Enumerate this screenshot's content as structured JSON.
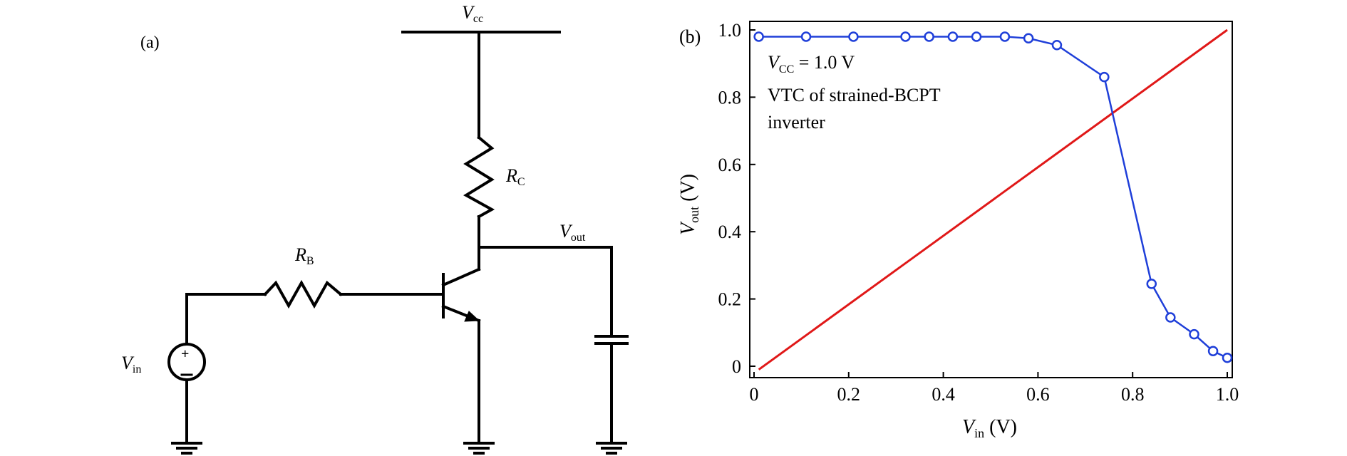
{
  "panel_a": {
    "label": "(a)",
    "vcc": {
      "main": "V",
      "sub": "cc"
    },
    "rc": {
      "main": "R",
      "sub": "C"
    },
    "rb": {
      "main": "R",
      "sub": "B"
    },
    "vout": {
      "main": "V",
      "sub": "out"
    },
    "vin": {
      "main": "V",
      "sub": "in"
    },
    "source_plus": "+"
  },
  "panel_b": {
    "label": "(b)",
    "annotation_vcc": {
      "main": "V",
      "sub": "CC",
      "rest": " = 1.0 V"
    },
    "annotation_line1": "VTC of strained-BCPT",
    "annotation_line2": "inverter",
    "xlabel": {
      "main": "V",
      "sub": "in",
      "rest": " (V)"
    },
    "ylabel": {
      "main": "V",
      "sub": "out",
      "rest": "  (V)"
    }
  },
  "colors": {
    "vtc_series": "#1f3fd9",
    "reference_line": "#e01818",
    "wire": "#000000"
  },
  "chart_data": {
    "type": "line",
    "xlim": [
      0,
      1.0
    ],
    "ylim": [
      0,
      1.0
    ],
    "xticks": [
      0,
      0.2,
      0.4,
      0.6,
      0.8,
      1.0
    ],
    "yticks": [
      0,
      0.2,
      0.4,
      0.6,
      0.8,
      1.0
    ],
    "xtick_labels": [
      "0",
      "0.2",
      "0.4",
      "0.6",
      "0.8",
      "1.0"
    ],
    "ytick_labels": [
      "0",
      "0.2",
      "0.4",
      "0.6",
      "0.8",
      "1.0"
    ],
    "grid": false,
    "series": [
      {
        "marker": "open-circle",
        "color": "#1f3fd9",
        "x": [
          0.01,
          0.11,
          0.21,
          0.32,
          0.37,
          0.42,
          0.47,
          0.53,
          0.58,
          0.64,
          0.74,
          0.84,
          0.88,
          0.93,
          0.97,
          1.0
        ],
        "y": [
          0.98,
          0.98,
          0.98,
          0.98,
          0.98,
          0.98,
          0.98,
          0.98,
          0.975,
          0.955,
          0.86,
          0.245,
          0.145,
          0.095,
          0.045,
          0.025
        ]
      },
      {
        "marker": "none",
        "color": "#e01818",
        "x": [
          0.01,
          1.0
        ],
        "y": [
          -0.01,
          1.0
        ]
      }
    ]
  }
}
